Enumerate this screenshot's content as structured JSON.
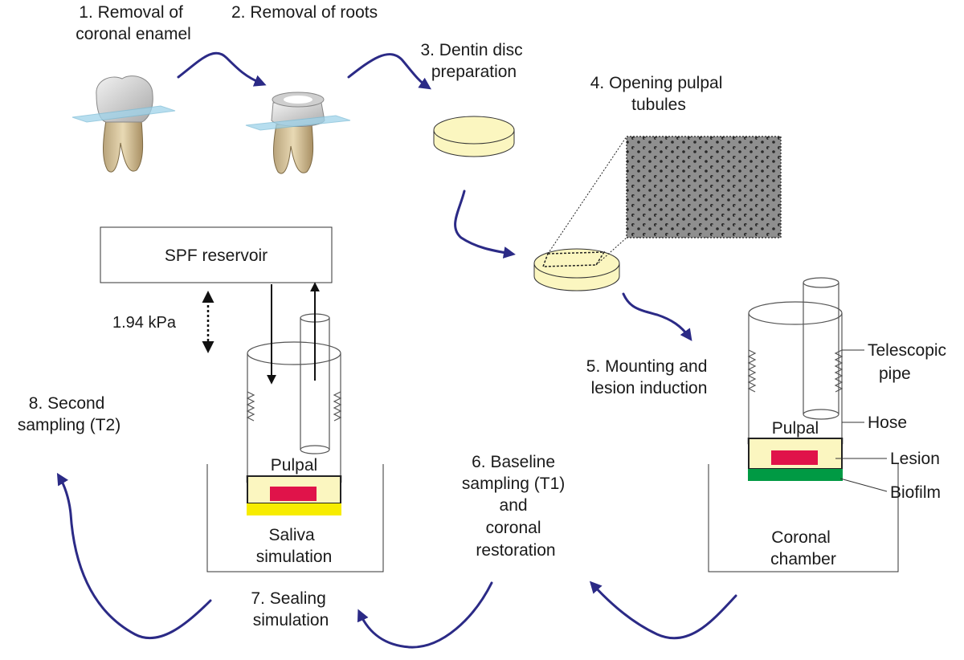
{
  "steps": {
    "s1": [
      "1. Removal of",
      "coronal enamel"
    ],
    "s2": [
      "2. Removal of roots"
    ],
    "s3": [
      "3. Dentin disc",
      "preparation"
    ],
    "s4": [
      "4. Opening pulpal",
      "tubules"
    ],
    "s5": [
      "5. Mounting and",
      "lesion induction"
    ],
    "s6": [
      "6. Baseline",
      "sampling (T1)",
      "and",
      "coronal",
      "restoration"
    ],
    "s7": [
      "7. Sealing",
      "simulation"
    ],
    "s8": [
      "8. Second",
      "sampling (T2)"
    ]
  },
  "reservoir": {
    "label": "SPF reservoir",
    "pressure": "1.94 kPa"
  },
  "left_setup": {
    "pulpal": "Pulpal",
    "chamber": [
      "Saliva",
      "simulation"
    ]
  },
  "right_setup": {
    "pulpal": "Pulpal",
    "chamber": [
      "Coronal",
      "chamber"
    ],
    "callouts": [
      "Telescopic",
      "pipe",
      "Hose",
      "Lesion",
      "Biofilm"
    ]
  },
  "colors": {
    "arrow": "#2b2a86",
    "dentin": "#fbf6c0",
    "lesion": "#e0134a",
    "biofilm": "#009a44",
    "saliva": "#f7ec00",
    "plane": "#9fd3ea"
  }
}
